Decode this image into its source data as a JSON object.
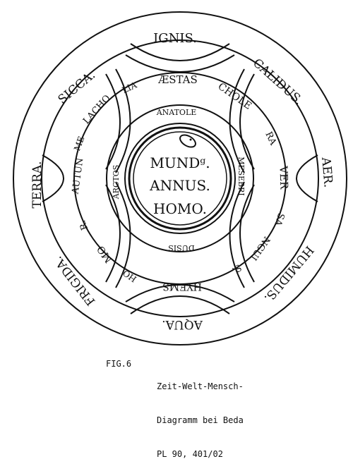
{
  "diagram": {
    "outer_ring": [
      "IGNIS.",
      "CALIDUS.",
      "AER.",
      "HUMIDUS.",
      "AQUA.",
      "FRIGIDA.",
      "TERRA.",
      "SICCA."
    ],
    "middle_ring": [
      "ÆSTAS",
      "CHOLE",
      "RA",
      "VER",
      "SA",
      "NGUI",
      "S.",
      "HYEMS",
      "HO",
      "MO",
      "R.",
      "AUTUN",
      "ME",
      "LACHO",
      "LIA"
    ],
    "inner_ring": [
      "ANATOLE",
      "MESEBRI",
      "DUSIS",
      "ARCTOS"
    ],
    "center": [
      "MUNDᵍ.",
      "ANNUS.",
      "HOMO."
    ]
  },
  "caption": {
    "fig_label": "FIG.6",
    "line1": "Zeit-Welt-Mensch-",
    "line2": "Diagramm bei Beda",
    "line3": "PL 90, 401/02"
  }
}
